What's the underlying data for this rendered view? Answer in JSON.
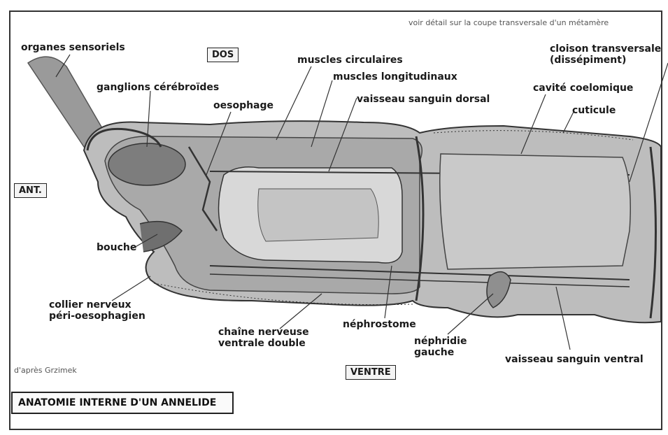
{
  "header_note": "voir détail sur la coupe transversale d'un métamère",
  "direction_labels": {
    "dos": "DOS",
    "ventre": "VENTRE",
    "ant": "ANT."
  },
  "labels": {
    "organes_sensoriels": "organes sensoriels",
    "ganglions_cerebroides": "ganglions cérébroïdes",
    "oesophage": "oesophage",
    "muscles_circulaires": "muscles circulaires",
    "muscles_longitudinaux": "muscles longitudinaux",
    "vaisseau_dorsal": "vaisseau sanguin dorsal",
    "cloison_line1": "cloison transversale",
    "cloison_line2": "(dissépiment)",
    "cavite_coelomique": "cavité coelomique",
    "cuticule": "cuticule",
    "bouche": "bouche",
    "collier_line1": "collier nerveux",
    "collier_line2": "péri-oesophagien",
    "chaine_line1": "chaîne nerveuse",
    "chaine_line2": "ventrale double",
    "nephrostome": "néphrostome",
    "nephridie_line1": "néphridie",
    "nephridie_line2": "gauche",
    "vaisseau_ventral": "vaisseau sanguin ventral"
  },
  "credit": "d'après Grzimek",
  "title": "ANATOMIE INTERNE D'UN ANNELIDE",
  "colors": {
    "body_fill": "#b8b8b8",
    "body_dark": "#8a8a8a",
    "cavity": "#d6d6d6",
    "line": "#222222"
  }
}
